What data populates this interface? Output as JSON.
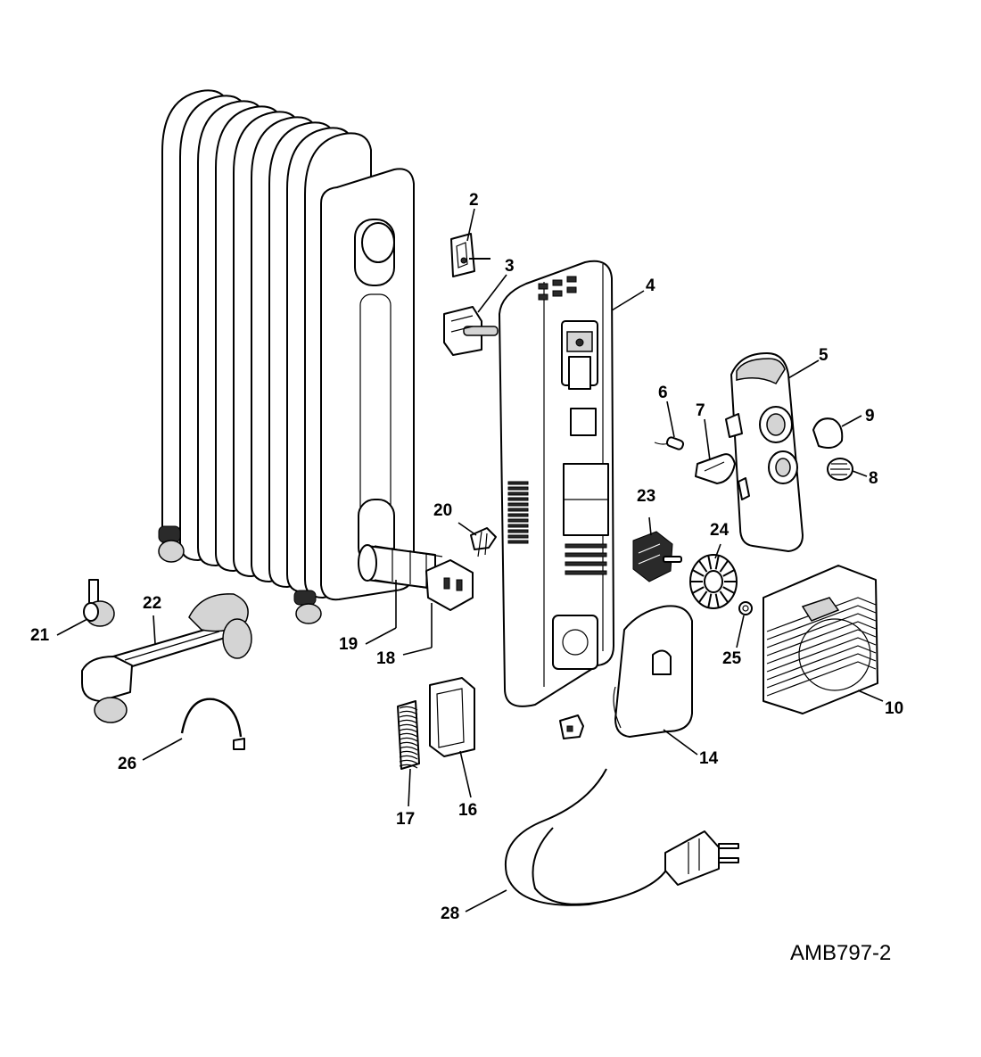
{
  "diagram": {
    "code": "AMB797-2",
    "callouts": [
      "2",
      "3",
      "4",
      "5",
      "6",
      "7",
      "8",
      "9",
      "10",
      "14",
      "16",
      "17",
      "18",
      "19",
      "20",
      "21",
      "22",
      "23",
      "24",
      "25",
      "26",
      "28"
    ]
  },
  "colors": {
    "line": "#000000",
    "background": "#ffffff",
    "shade": "#d4d4d4"
  }
}
